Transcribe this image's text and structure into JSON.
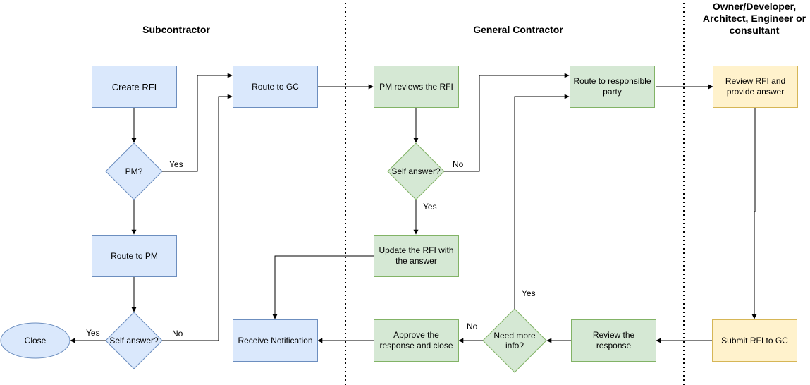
{
  "lanes": {
    "subcontractor": "Subcontractor",
    "general_contractor": "General Contractor",
    "owner": "Owner/Developer, Architect, Engineer or consultant"
  },
  "nodes": {
    "create_rfi": "Create RFI",
    "pm_decision": "PM?",
    "route_to_pm": "Route to PM",
    "sub_self_answer": "Self answer?",
    "close": "Close",
    "route_to_gc": "Route to GC",
    "receive_notification": "Receive Notification",
    "pm_reviews": "PM reviews the RFI",
    "gc_self_answer": "Self answer?",
    "update_rfi": "Update the RFI with the answer",
    "approve_close": "Approve the response and close",
    "need_more_info": "Need more info?",
    "route_responsible": "Route to responsible party",
    "review_response": "Review the response",
    "review_provide": "Review RFI and provide answer",
    "submit_to_gc": "Submit RFI to GC"
  },
  "edge_labels": {
    "pm_yes": "Yes",
    "sub_yes": "Yes",
    "sub_no": "No",
    "gc_no": "No",
    "gc_yes": "Yes",
    "info_no": "No",
    "info_yes": "Yes"
  },
  "colors": {
    "blue_fill": "#dae8fc",
    "blue_stroke": "#6c8ebf",
    "green_fill": "#d5e8d4",
    "green_stroke": "#82b366",
    "yellow_fill": "#fff2cc",
    "yellow_stroke": "#d6b656"
  }
}
